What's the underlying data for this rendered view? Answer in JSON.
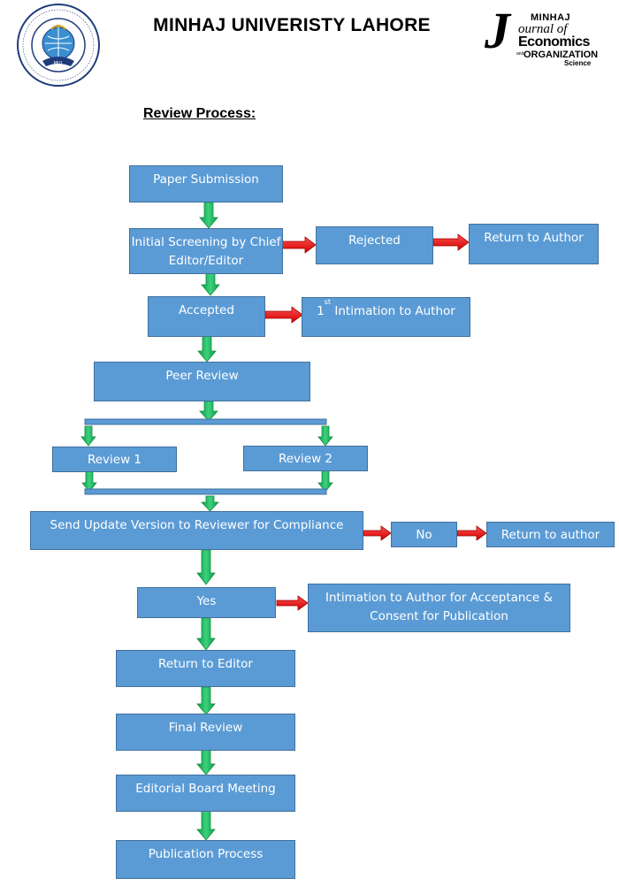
{
  "header": {
    "title": "MINHAJ UNIVERISTY LAHORE",
    "left_logo_icon": "minhaj-university-seal-icon",
    "right_logo": {
      "big_letter": "J",
      "line1": "MINHAJ",
      "line2": "ournal of",
      "line3": "Economics",
      "line4": "ORGANIZATION",
      "line5": "Science",
      "small": "and"
    }
  },
  "heading": "Review Process:",
  "colors": {
    "box_fill": "#5b9bd5",
    "box_border": "#41719c",
    "down_arrow": "#00b050",
    "right_arrow": "#ff0000"
  },
  "flow": {
    "paper_submission": "Paper Submission",
    "initial_screening": "Initial Screening by Chief Editor/Editor",
    "rejected": "Rejected",
    "return_to_author_1": "Return to Author",
    "accepted": "Accepted",
    "intimation_prefix": "1",
    "intimation_sup": "st",
    "intimation_suffix": " Intimation to Author",
    "peer_review": "Peer Review",
    "review_1": "Review 1",
    "review_2": "Review 2",
    "send_update": "Send Update Version to Reviewer for Compliance",
    "no": "No",
    "return_to_author_2": "Return to author",
    "yes": "Yes",
    "intimation_acceptance": "Intimation to Author for Acceptance & Consent for Publication",
    "return_to_editor": "Return to Editor",
    "final_review": "Final Review",
    "editorial_board": "Editorial Board Meeting",
    "publication_process": "Publication Process"
  }
}
